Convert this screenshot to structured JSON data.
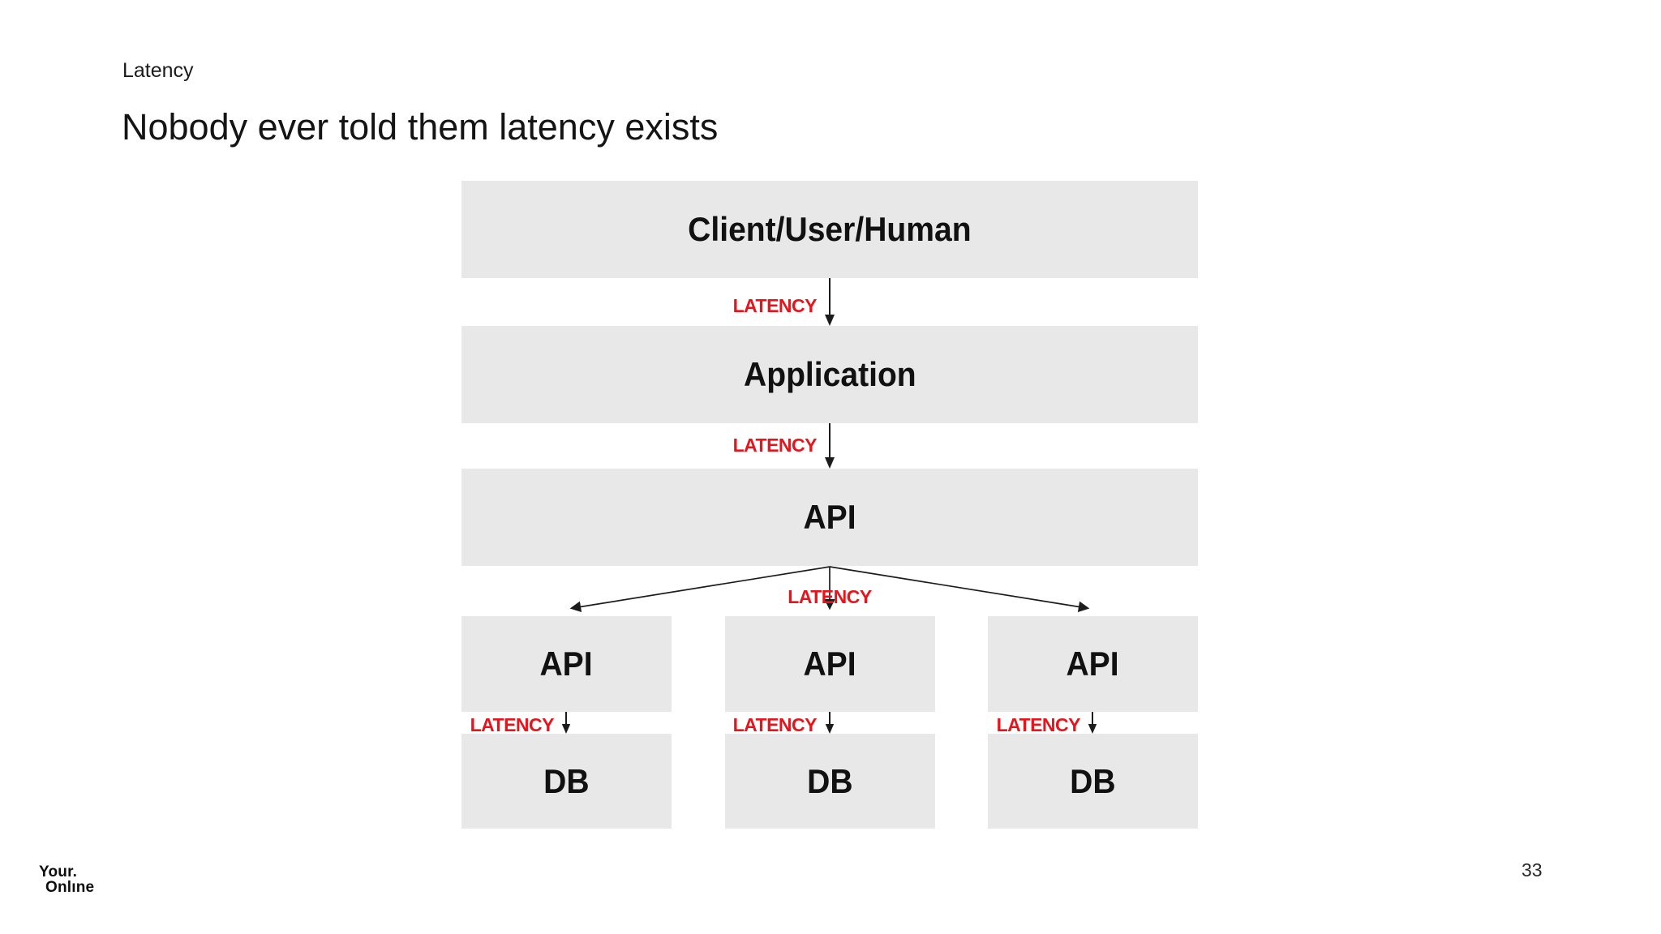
{
  "slide": {
    "eyebrow": "Latency",
    "title": "Nobody ever told them latency exists",
    "page_number": "33",
    "logo_line1": "Your.",
    "logo_line2": "Onlıne"
  },
  "diagram": {
    "latency_label": "LATENCY",
    "tier_client": "Client/User/Human",
    "tier_application": "Application",
    "tier_api": "API",
    "branch_api_labels": [
      "API",
      "API",
      "API"
    ],
    "branch_db_labels": [
      "DB",
      "DB",
      "DB"
    ]
  },
  "colors": {
    "box_bg": "#e8e8e8",
    "latency_red": "#e8141b",
    "ink": "#111111",
    "arrow": "#1c1c1c"
  }
}
